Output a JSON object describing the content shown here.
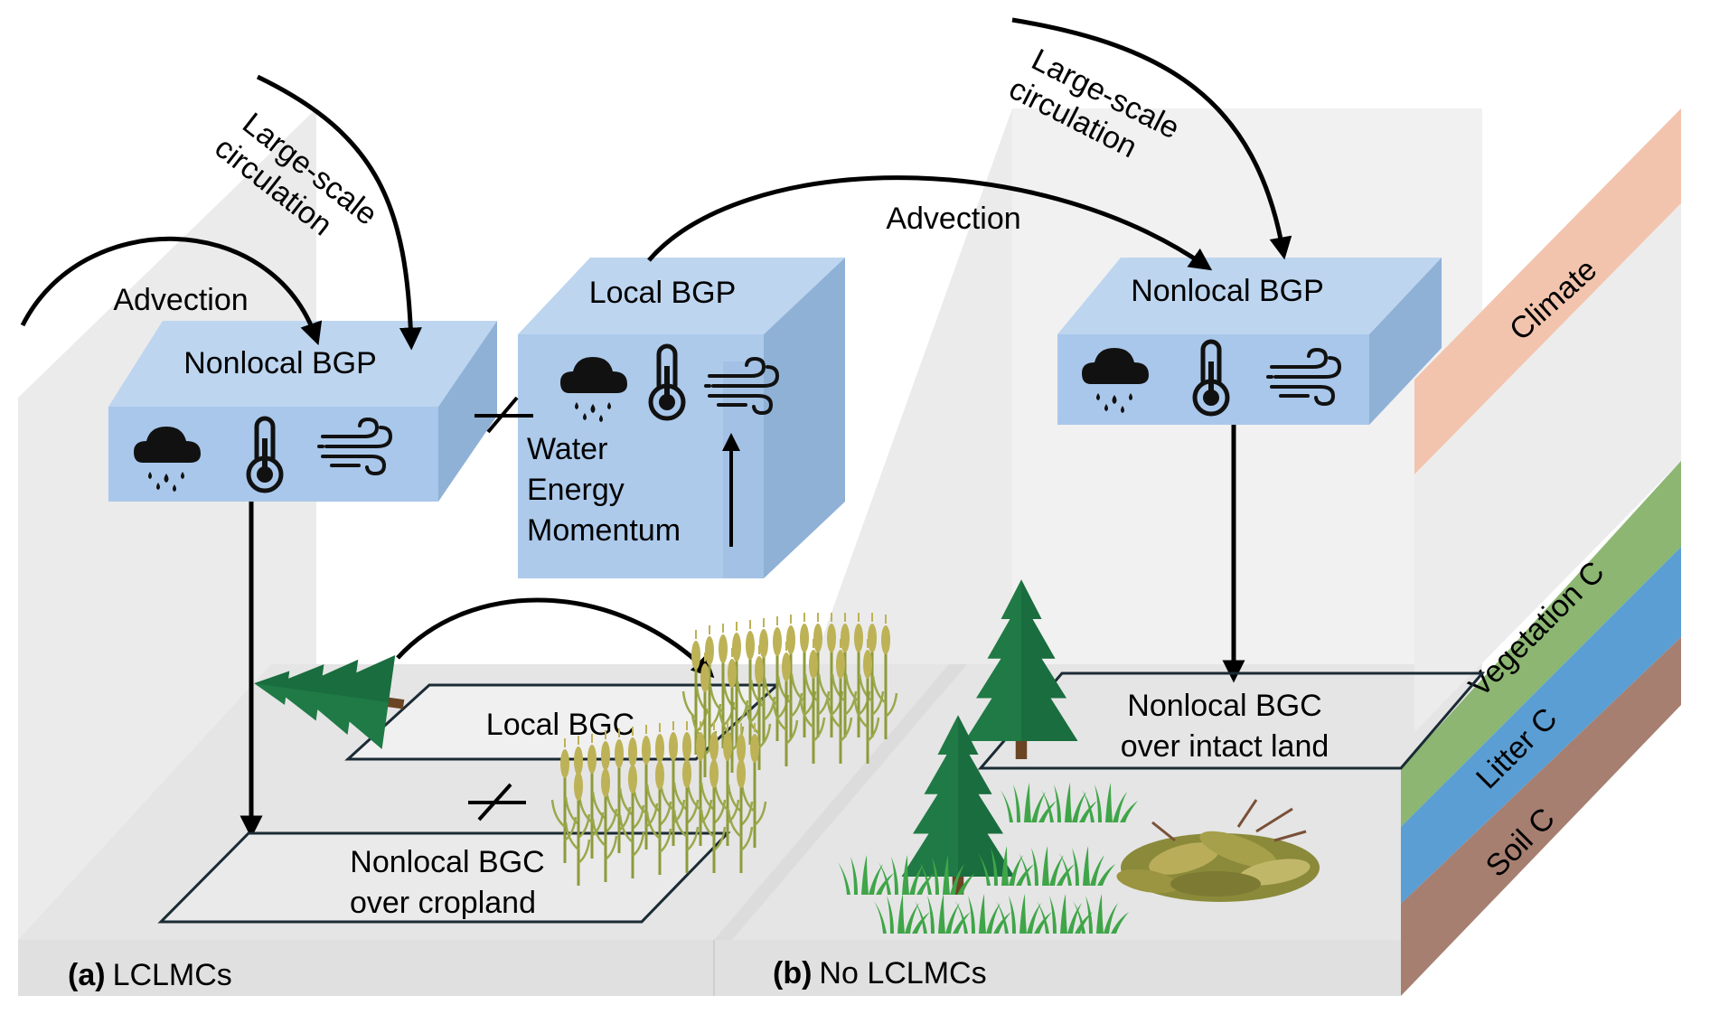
{
  "labels": {
    "panel_a_letter": "(a)",
    "panel_a_name": "LCLMCs",
    "panel_b_letter": "(b)",
    "panel_b_name": "No LCLMCs",
    "advection": "Advection",
    "large_scale_line1": "Large-scale",
    "large_scale_line2": "circulation",
    "nonlocal_bgp": "Nonlocal BGP",
    "local_bgp": "Local BGP",
    "water": "Water",
    "energy": "Energy",
    "momentum": "Momentum",
    "local_bgc": "Local BGC",
    "nonlocal_bgc_crop_line1": "Nonlocal  BGC",
    "nonlocal_bgc_crop_line2": "over cropland",
    "nonlocal_bgc_intact_line1": "Nonlocal  BGC",
    "nonlocal_bgc_intact_line2": "over intact land",
    "layer_climate": "Climate",
    "layer_vegetation": "Vegetation C",
    "layer_litter": "Litter C",
    "layer_soil": "Soil C"
  },
  "icons": [
    "rain-cloud-icon",
    "thermometer-icon",
    "wind-icon",
    "conifer-tree-icon",
    "wheat-crop-icon",
    "grass-tuft-icon",
    "litter-pile-icon"
  ],
  "colors": {
    "bgp_box": "#a9c7ea",
    "climate_layer": "#f2c4ae",
    "vegetation_layer": "#8cb672",
    "litter_layer": "#5b9ed3",
    "soil_layer": "#a67f71",
    "tree_green": "#1f7a45",
    "wheat": "#b5ab50",
    "grass": "#3fa548"
  }
}
